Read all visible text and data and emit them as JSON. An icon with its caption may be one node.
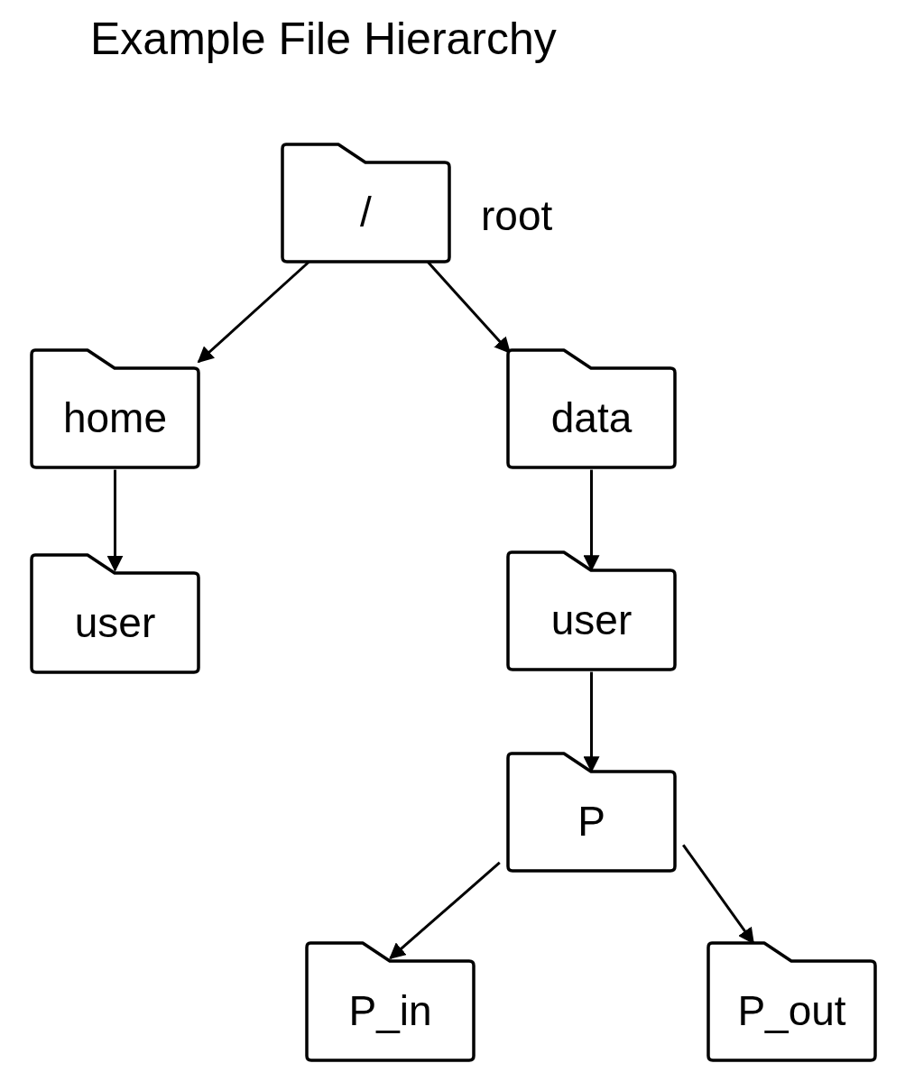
{
  "diagram": {
    "title": "Example File Hierarchy",
    "nodes": [
      {
        "text": [
          "/"
        ],
        "beside": [
          "root"
        ]
      },
      {
        "text": [
          "home"
        ]
      },
      {
        "text": [
          "data"
        ]
      },
      {
        "text": [
          "user"
        ]
      },
      {
        "text": [
          "user"
        ]
      },
      {
        "text": [
          "P"
        ]
      },
      {
        "text": [
          "P_in"
        ]
      },
      {
        "text": [
          "P_out"
        ]
      }
    ],
    "edges": [
      {
        "from": 0,
        "to": 1,
        "arrow": "to"
      },
      {
        "from": 0,
        "to": 2,
        "arrow": "to"
      },
      {
        "from": 1,
        "to": 3,
        "arrow": "to"
      },
      {
        "from": 2,
        "to": 4,
        "arrow": "to"
      },
      {
        "from": 4,
        "to": 5,
        "arrow": "to"
      },
      {
        "from": 5,
        "to": 6,
        "arrow": "to"
      },
      {
        "from": 5,
        "to": 7,
        "arrow": "to"
      }
    ]
  }
}
